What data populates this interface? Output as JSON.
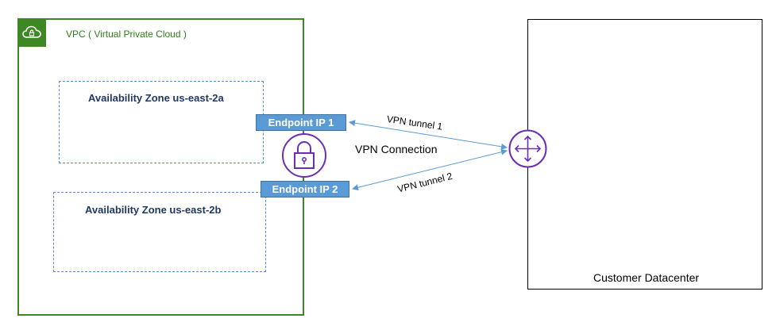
{
  "vpc": {
    "label": "VPC ( Virtual Private Cloud )",
    "icon": "cloud-icon",
    "color": "#3f8624"
  },
  "zones": [
    {
      "label": "Availability Zone  us-east-2a"
    },
    {
      "label": "Availability Zone  us-east-2b"
    }
  ],
  "endpoints": [
    {
      "label": "Endpoint IP 1"
    },
    {
      "label": "Endpoint IP 2"
    }
  ],
  "vpn": {
    "connection_label": "VPN Connection",
    "tunnels": [
      {
        "label": "VPN tunnel 1"
      },
      {
        "label": "VPN tunnel 2"
      }
    ],
    "lock_icon": "padlock-icon",
    "router_icon": "router-icon",
    "accent_color": "#6b2fb5"
  },
  "datacenter": {
    "label": "Customer Datacenter"
  },
  "colors": {
    "endpoint_fill": "#5b9bd5",
    "zone_border": "#5a8fc8",
    "arrow": "#5b9bd5"
  }
}
